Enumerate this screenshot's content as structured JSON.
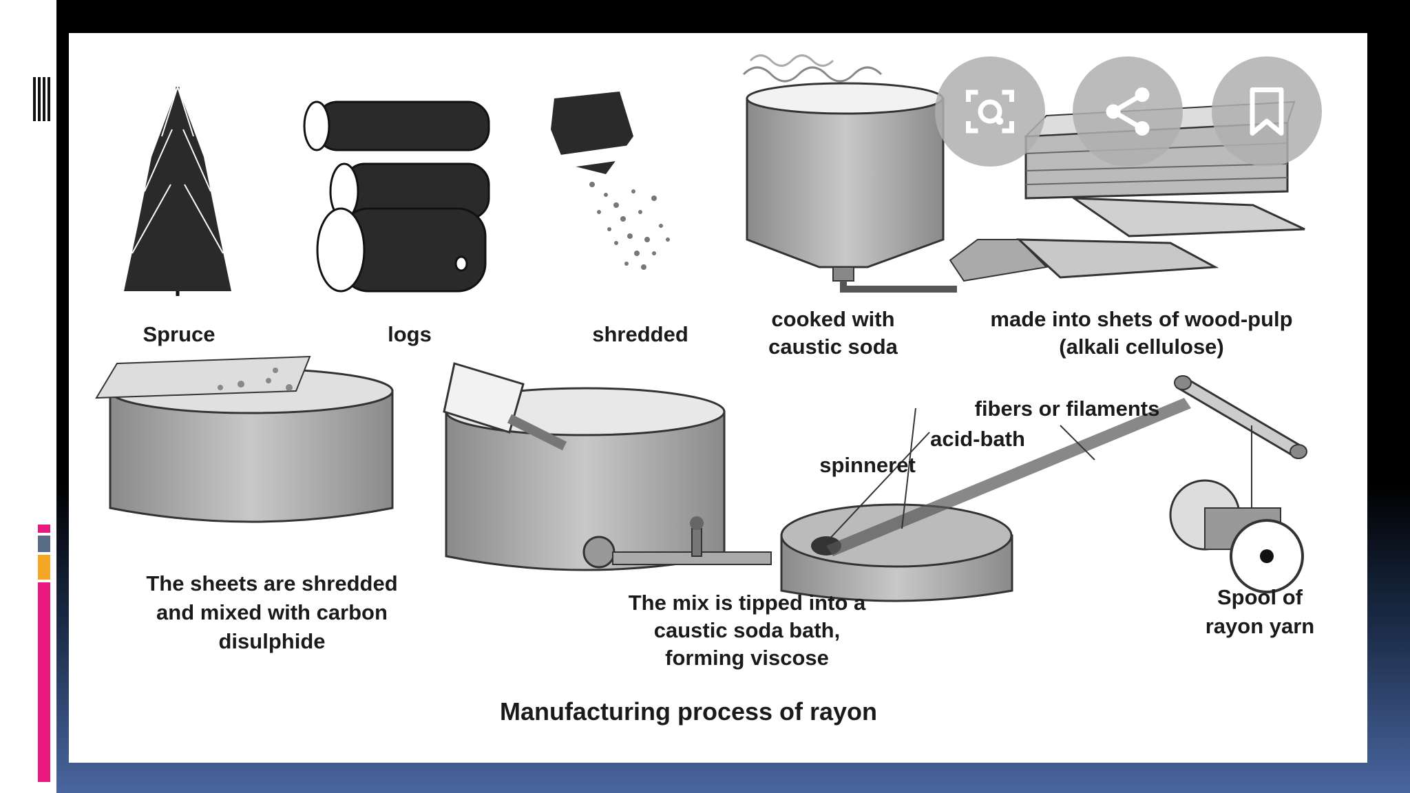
{
  "diagram": {
    "caption": "Manufacturing process of rayon",
    "labels": {
      "spruce": "Spruce",
      "logs": "logs",
      "shredded": "shredded",
      "cooked_1": "cooked with",
      "cooked_2": "caustic soda",
      "sheets_1": "made into shets of wood-pulp",
      "sheets_2": "(alkali cellulose)",
      "mixed_1": "The sheets are shredded",
      "mixed_2": "and mixed with carbon",
      "mixed_3": "disulphide",
      "viscose_1": "The mix is tipped into a",
      "viscose_2": "caustic soda bath,",
      "viscose_3": "forming viscose",
      "fibers": "fibers or filaments",
      "acid_bath": "acid-bath",
      "spinneret": "spinneret",
      "spool_1": "Spool of",
      "spool_2": "rayon yarn"
    }
  },
  "overlay": {
    "buttons": [
      {
        "icon": "lens-scan-icon"
      },
      {
        "icon": "share-icon"
      },
      {
        "icon": "bookmark-icon"
      }
    ]
  },
  "colors": {
    "accent_pink": "#e8197d",
    "accent_orange": "#f5a623",
    "accent_slate": "#5a6b85",
    "frame_blue": "#4a66a0"
  }
}
